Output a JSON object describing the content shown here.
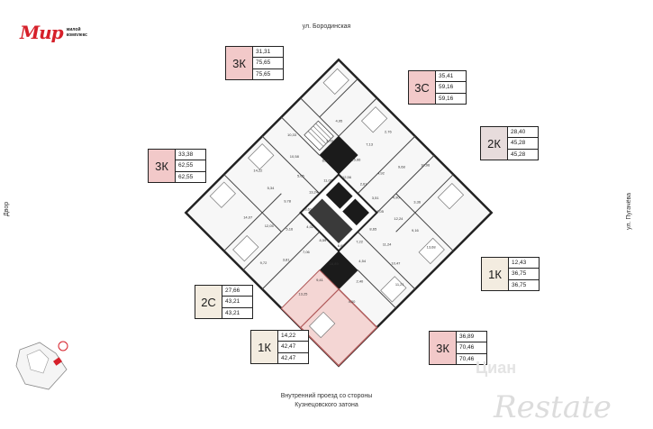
{
  "logo": {
    "mark": "Мир",
    "text_line1": "жилой",
    "text_line2": "комплекс"
  },
  "streets": {
    "top": "ул. Бородинская",
    "left": "Двор",
    "right": "ул. Пугачёва",
    "bottom_line1": "Внутренний проезд со стороны",
    "bottom_line2": "Кузнецовского затона"
  },
  "colors": {
    "three_room": "#f2c9c9",
    "two_room": "#e7dcdc",
    "one_room": "#f3ece0",
    "highlight": "#f4d6d4",
    "brand": "#d6202a"
  },
  "cards": [
    {
      "id": "3k-top",
      "type": "3К",
      "v1": "31,31",
      "v2": "75,65",
      "v3": "75,65",
      "color": "#f2c9c9"
    },
    {
      "id": "3c-top",
      "type": "3С",
      "v1": "35,41",
      "v2": "59,16",
      "v3": "59,16",
      "color": "#f2c9c9"
    },
    {
      "id": "2k-right",
      "type": "2К",
      "v1": "28,40",
      "v2": "45,28",
      "v3": "45,28",
      "color": "#e7dcdc"
    },
    {
      "id": "3k-left",
      "type": "3К",
      "v1": "33,38",
      "v2": "62,55",
      "v3": "62,55",
      "color": "#f2c9c9"
    },
    {
      "id": "1k-right",
      "type": "1К",
      "v1": "12,43",
      "v2": "36,75",
      "v3": "36,75",
      "color": "#f3ece0"
    },
    {
      "id": "2c-left",
      "type": "2С",
      "v1": "27,66",
      "v2": "43,21",
      "v3": "43,21",
      "color": "#f3ece0"
    },
    {
      "id": "1k-bottom",
      "type": "1К",
      "v1": "14,22",
      "v2": "42,47",
      "v3": "42,47",
      "color": "#f3ece0"
    },
    {
      "id": "3k-bottom",
      "type": "3К",
      "v1": "36,89",
      "v2": "70,46",
      "v3": "70,46",
      "color": "#f2c9c9"
    }
  ],
  "room_numbers": [
    "10,05",
    "12,24",
    "9,16",
    "13,68",
    "8,65",
    "11,24",
    "10,47",
    "11,21",
    "7,22",
    "4,54",
    "2,40",
    "4,00",
    "6,65",
    "16,89",
    "9,41",
    "13,25",
    "8,59",
    "7,06",
    "3,81",
    "9,72",
    "4,02",
    "5,16",
    "12,05",
    "14,07",
    "13,61",
    "9,78",
    "5,34",
    "14,22",
    "13,24",
    "5,05",
    "10,58",
    "10,33",
    "11,03",
    "6,10",
    "3,59",
    "4,95",
    "12,56",
    "15,66",
    "7,13",
    "2,76",
    "2,61",
    "4,92",
    "9,68",
    "10,96",
    "3,51",
    "4,90",
    "3,36"
  ],
  "watermark": {
    "brand": "Restate",
    "site": "Циан"
  }
}
